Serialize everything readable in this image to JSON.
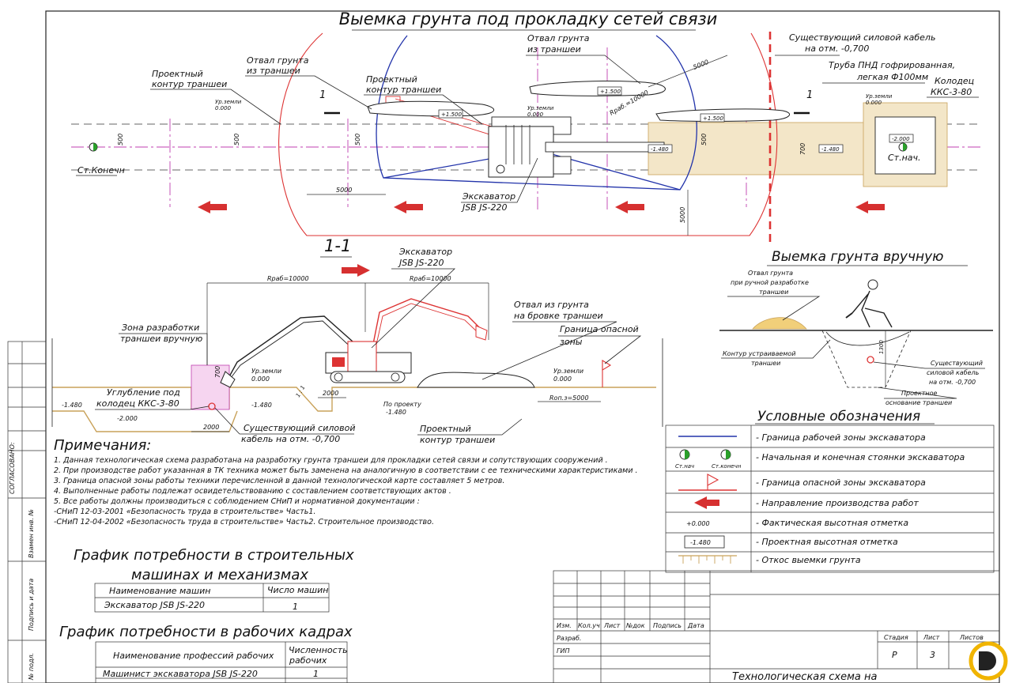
{
  "drawing": {
    "main_title": "Выемка грунта под прокладку сетей связи",
    "plan": {
      "otval_top": [
        "Отвал грунта",
        "из траншеи"
      ],
      "otval_left": [
        "Отвал грунта",
        "из траншеи"
      ],
      "proekt_kontur": [
        "Проектный",
        "контур траншеи"
      ],
      "proekt_kontur2": [
        "Проектный",
        "контур траншеи"
      ],
      "cable_existing": [
        "Существующий силовой кабель",
        "на отм. -0,700"
      ],
      "pipe": [
        "Труба ПНД гофрированная,",
        "легкая Ф100мм"
      ],
      "well": [
        "Колодец",
        "ККС-3-80"
      ],
      "ur_zemli": "Ур.земли",
      "zero": "0.000",
      "st_konech": "Ст.Конечн",
      "st_nach": "Ст.нач.",
      "excavator": [
        "Экскаватор",
        "JSB JS-220"
      ],
      "dim_5000": "5000",
      "dim_500": "500",
      "dim_700": "700",
      "rrab": "Rраб.=10000",
      "mark_1500": "+1.500",
      "mark_1480": "-1.480",
      "mark_2000": "-2.000",
      "section_marker": "1"
    },
    "section": {
      "title": "1-1",
      "excavator": [
        "Экскаватор",
        "JSB JS-220"
      ],
      "rrab": "Rраб=10000",
      "otval": [
        "Отвал из грунта",
        "на бровке траншеи"
      ],
      "danger_border": [
        "Граница опасной",
        "зоны"
      ],
      "manual_zone": [
        "Зона разработки",
        "траншеи вручную"
      ],
      "deepening": [
        "Углубление под",
        "колодец ККС-3-80"
      ],
      "cable": [
        "Существующий силовой",
        "кабель на отм. -0,700"
      ],
      "proekt_kontur": [
        "Проектный",
        "контур траншеи"
      ],
      "po_proektu": "По проекту",
      "ron": "Rоп.з=5000",
      "ur_zemli": "Ур.земли",
      "zero": "0.000",
      "m1480": "-1.480",
      "m2000": "-2.000",
      "d2000": "2000",
      "d700": "700",
      "slope": "1 : 1"
    },
    "manual": {
      "title": "Выемка грунта вручную",
      "otval": [
        "Отвал грунта",
        "при ручной разработке",
        "траншеи"
      ],
      "kontur": [
        "Контур устраиваемой",
        "траншеи"
      ],
      "cable": [
        "Существующий",
        "силовой кабель",
        "на отм. -0,700"
      ],
      "base": [
        "Проектное",
        "основание траншеи"
      ],
      "d1300": "1300"
    }
  },
  "legend": {
    "title": "Условные обозначения",
    "items": [
      {
        "label": "- Граница рабочей зоны экскаватора"
      },
      {
        "label": "- Начальная и конечная стоянки экскаватора",
        "sub1": "Ст.нач",
        "sub2": "Ст.конечн"
      },
      {
        "label": "- Граница опасной зоны экскаватора"
      },
      {
        "label": "- Направление производства работ"
      },
      {
        "label": "- Фактическая высотная отметка",
        "sym": "+0.000"
      },
      {
        "label": "- Проектная высотная отметка",
        "sym": "-1.480"
      },
      {
        "label": "- Откос выемки грунта"
      }
    ]
  },
  "notes": {
    "title": "Примечания:",
    "lines": [
      "1. Данная технологическая схема разработана на разработку грунта траншеи для прокладки сетей связи и сопутствующих сооружений .",
      "2. При производстве работ указанная в ТК техника может быть заменена на аналогичную в соответствии с ее техническими характеристиками .",
      "3. Граница опасной зоны работы техники перечисленной в данной технологической карте составляет  5 метров.",
      "4. Выполненные работы подлежат освидетельствованию с составлением соответствующих актов .",
      "5. Все работы должны производиться с соблюдением СНиП и нормативной документации :",
      "-СНиП 12-03-2001 «Безопасность труда   в строительстве» Часть1.",
      "-СНиП 12-04-2002 «Безопасность труда в строительстве» Часть2. Строительное производство."
    ]
  },
  "machines": {
    "title": [
      "График потребности в строительных",
      "машинах и механизмах"
    ],
    "headers": [
      "Наименование машин",
      "Число машин"
    ],
    "rows": [
      [
        "Экскаватор JSB JS-220",
        "1"
      ]
    ]
  },
  "workers": {
    "title": "График потребности в рабочих кадрах",
    "headers": [
      "Наименование профессий рабочих",
      "Численность",
      "рабочих"
    ],
    "rows": [
      [
        "Машинист экскаватора JSB JS-220",
        "1"
      ]
    ]
  },
  "stamp": {
    "headers": [
      "Изм.",
      "Кол.уч",
      "Лист",
      "№док",
      "Подпись",
      "Дата"
    ],
    "razrab": "Разраб.",
    "gip": "ГИП",
    "stadiya": "Стадия",
    "list": "Лист",
    "listov": "Листов",
    "stadiya_val": "Р",
    "list_val": "3",
    "title": "Технологическая схема на"
  },
  "side": {
    "soglasovano": "СОГЛАСОВАНО:",
    "vzamen": "Взамен инв. №",
    "podpis": "Подпись и дата",
    "podl": "№ подл."
  },
  "colors": {
    "danger": "#d33333",
    "work_zone": "#2233aa",
    "axis": "#c03fb0",
    "ground": "#c9a25a",
    "arrow": "#d63030"
  }
}
